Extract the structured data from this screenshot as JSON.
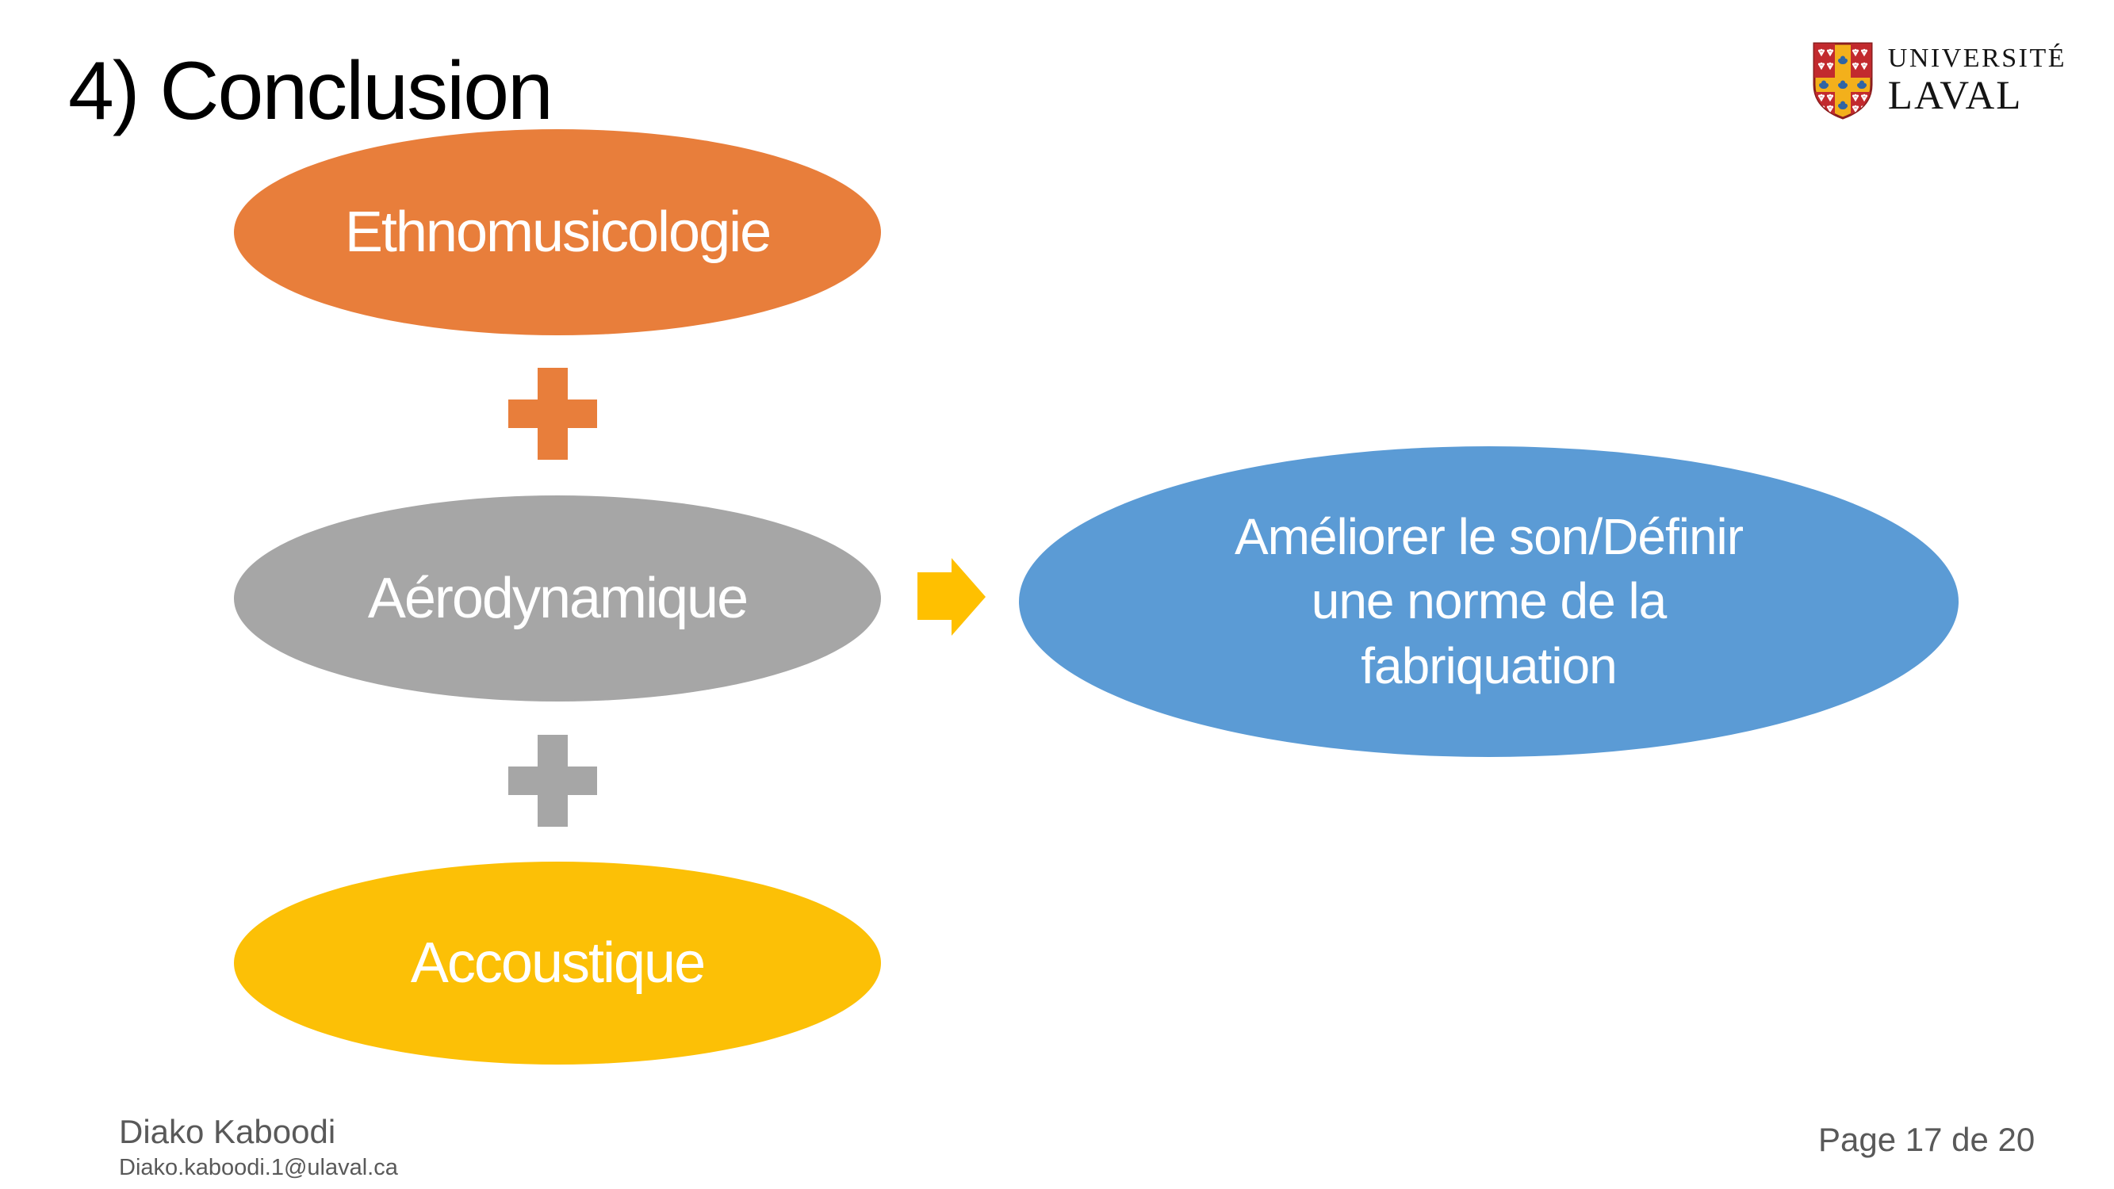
{
  "slide": {
    "title": "4) Conclusion",
    "background": "#FFFFFF",
    "page_label": "Page 17 de 20"
  },
  "logo": {
    "institution_line1": "UNIVERSITÉ",
    "institution_line2": "LAVAL",
    "crest_icon": "universite-laval-crest",
    "crest_colors": {
      "gold": "#F3B01B",
      "red": "#C22A2E",
      "blue": "#2E64A5",
      "outline": "#8A1E1E"
    }
  },
  "diagram": {
    "nodes": [
      {
        "label": "Ethnomusicologie",
        "color": "#E87E3B",
        "text_color": "#FFFFFF"
      },
      {
        "label": "Aérodynamique",
        "color": "#A6A6A6",
        "text_color": "#FFFFFF"
      },
      {
        "label": "Accoustique",
        "color": "#FCC006",
        "text_color": "#FFFFFF"
      },
      {
        "label": "Améliorer le son/Définir une norme de la fabriquation",
        "lines": [
          "Améliorer le son/Définir",
          "une norme de la",
          "fabriquation"
        ],
        "color": "#5B9BD5",
        "text_color": "#FFFFFF"
      }
    ],
    "plus_operators": [
      {
        "color": "#E87E3B"
      },
      {
        "color": "#A6A6A6"
      }
    ],
    "arrow": {
      "direction": "right",
      "color": "#FFC000"
    }
  },
  "footer": {
    "author": "Diako Kaboodi",
    "email": "Diako.kaboodi.1@ulaval.ca",
    "text_color": "#595959"
  }
}
